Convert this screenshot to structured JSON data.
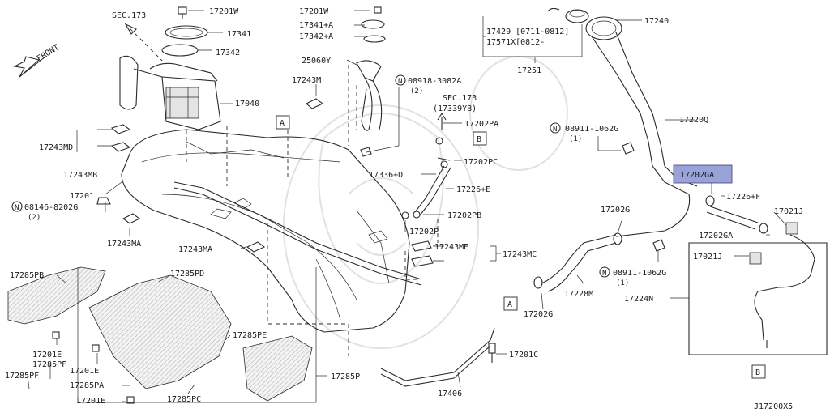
{
  "diagram_id": "J17200X5",
  "front_label": "FRONT",
  "highlight_color": "#9aa3d9",
  "labels": [
    "SEC.173",
    "17201W",
    "17341",
    "17342",
    "17040",
    "17243M",
    "17243MD",
    "17243MB",
    "17201",
    "08146-8202G",
    "(2)",
    "17243MA",
    "17201W",
    "17341+A",
    "17342+A",
    "25060Y",
    "08918-3082A",
    "(2)",
    "SEC.173",
    "(17339YB)",
    "17202PA",
    "17202PC",
    "17336+D",
    "17226+E",
    "17202PB",
    "17202P",
    "17243MA",
    "17243ME",
    "17243MC",
    "17429 [0711-0812]",
    "17571X[0812-",
    "17251",
    "17240",
    "17220Q",
    "08911-1062G",
    "(1)",
    "17202GA",
    "17226+F",
    "17021J",
    "17202G",
    "17202GA",
    "17021J",
    "08911-1062G",
    "(1)",
    "17228M",
    "17224N",
    "17202G",
    "17201C",
    "17406",
    "17285PB",
    "17285PD",
    "17285PE",
    "17201E",
    "17285PF",
    "17201E",
    "17285PF",
    "17285PA",
    "17285P",
    "17201E",
    "17285PC"
  ],
  "callouts": [
    "A",
    "B",
    "A",
    "B"
  ]
}
